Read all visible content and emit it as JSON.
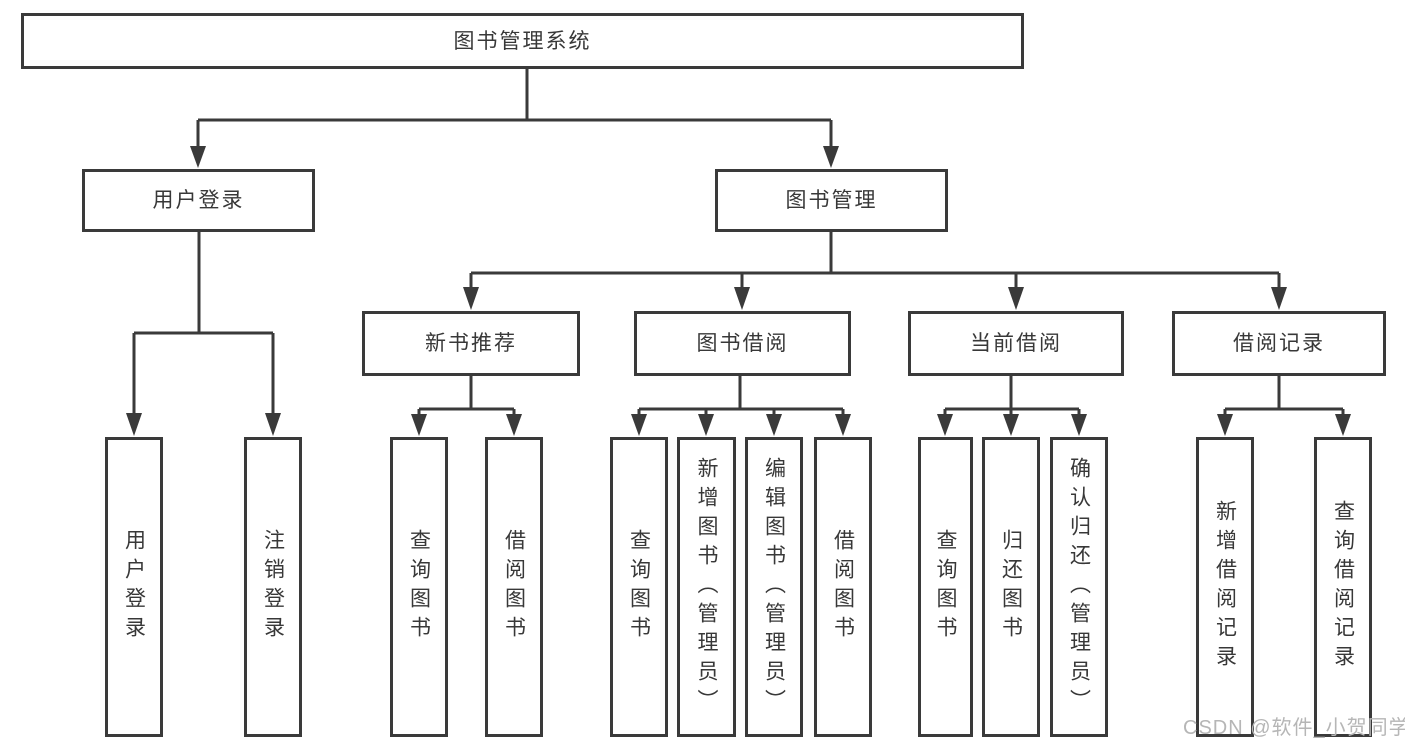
{
  "diagram_title": "图书管理系统",
  "nodes": {
    "root": {
      "label": "图书管理系统"
    },
    "userLogin": {
      "label": "用户登录"
    },
    "bookMgmt": {
      "label": "图书管理"
    },
    "newBookRec": {
      "label": "新书推荐"
    },
    "bookBorrow": {
      "label": "图书借阅"
    },
    "currentBorrow": {
      "label": "当前借阅"
    },
    "borrowRecords": {
      "label": "借阅记录"
    },
    "leafUserLogin": {
      "label": "用户登录"
    },
    "leafLogout": {
      "label": "注销登录"
    },
    "leafQueryBooks1": {
      "label": "查询图书"
    },
    "leafBorrowBooks1": {
      "label": "借阅图书"
    },
    "leafQueryBooks2": {
      "label": "查询图书"
    },
    "leafAddBooks": {
      "label": "新增图书（管理员）"
    },
    "leafEditBooks": {
      "label": "编辑图书（管理员）"
    },
    "leafBorrowBooks2": {
      "label": "借阅图书"
    },
    "leafQueryBooks3": {
      "label": "查询图书"
    },
    "leafReturnBooks": {
      "label": "归还图书"
    },
    "leafConfirmReturn": {
      "label": "确认归还（管理员）"
    },
    "leafAddBorrowRecord": {
      "label": "新增借阅记录"
    },
    "leafQueryBorrowRecord": {
      "label": "查询借阅记录"
    }
  },
  "hierarchy": {
    "图书管理系统": [
      "用户登录",
      "图书管理"
    ],
    "用户登录": [
      "用户登录",
      "注销登录"
    ],
    "图书管理": [
      "新书推荐",
      "图书借阅",
      "当前借阅",
      "借阅记录"
    ],
    "新书推荐": [
      "查询图书",
      "借阅图书"
    ],
    "图书借阅": [
      "查询图书",
      "新增图书（管理员）",
      "编辑图书（管理员）",
      "借阅图书"
    ],
    "当前借阅": [
      "查询图书",
      "归还图书",
      "确认归还（管理员）"
    ],
    "借阅记录": [
      "新增借阅记录",
      "查询借阅记录"
    ]
  },
  "watermark": {
    "text": "CSDN @软件_小贺同学"
  },
  "colors": {
    "line": "#3a3a3a",
    "text": "#383838",
    "watermark": "#b6b6b6",
    "background": "#ffffff"
  }
}
